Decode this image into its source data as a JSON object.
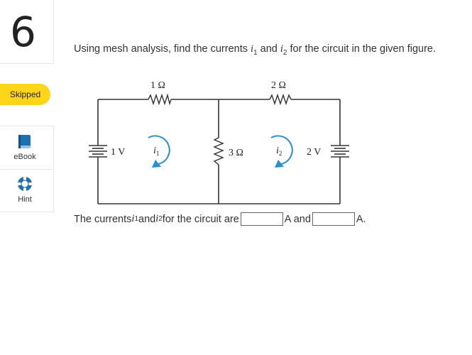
{
  "question": {
    "number": "6",
    "status": "Skipped",
    "prompt": {
      "pre": "Using mesh analysis, find the currents ",
      "var1": "i",
      "sub1": "1",
      "mid": " and ",
      "var2": "i",
      "sub2": "2",
      "post": " for the circuit in the given figure."
    }
  },
  "tools": {
    "ebook_label": "eBook",
    "hint_label": "Hint"
  },
  "circuit": {
    "r1_label": "1 Ω",
    "r2_label": "2 Ω",
    "r3_label": "3 Ω",
    "source1_label": "1 V",
    "source2_label": "2 V",
    "mesh1_label": "i",
    "mesh1_sub": "1",
    "mesh2_label": "i",
    "mesh2_sub": "2"
  },
  "answer": {
    "pre": "The currents ",
    "var1": "i",
    "sub1": "1",
    "mid1": "and ",
    "var2": "i",
    "sub2": "2",
    "mid2": " for the circuit are",
    "input1_value": "",
    "unit1": "A and",
    "input2_value": "",
    "unit2": "A."
  },
  "colors": {
    "skipped_badge": "#ffd51a",
    "mesh_arrow": "#2a8fd0",
    "ebook_icon": "#1f6fb3",
    "hint_icon": "#1f6fb3"
  }
}
